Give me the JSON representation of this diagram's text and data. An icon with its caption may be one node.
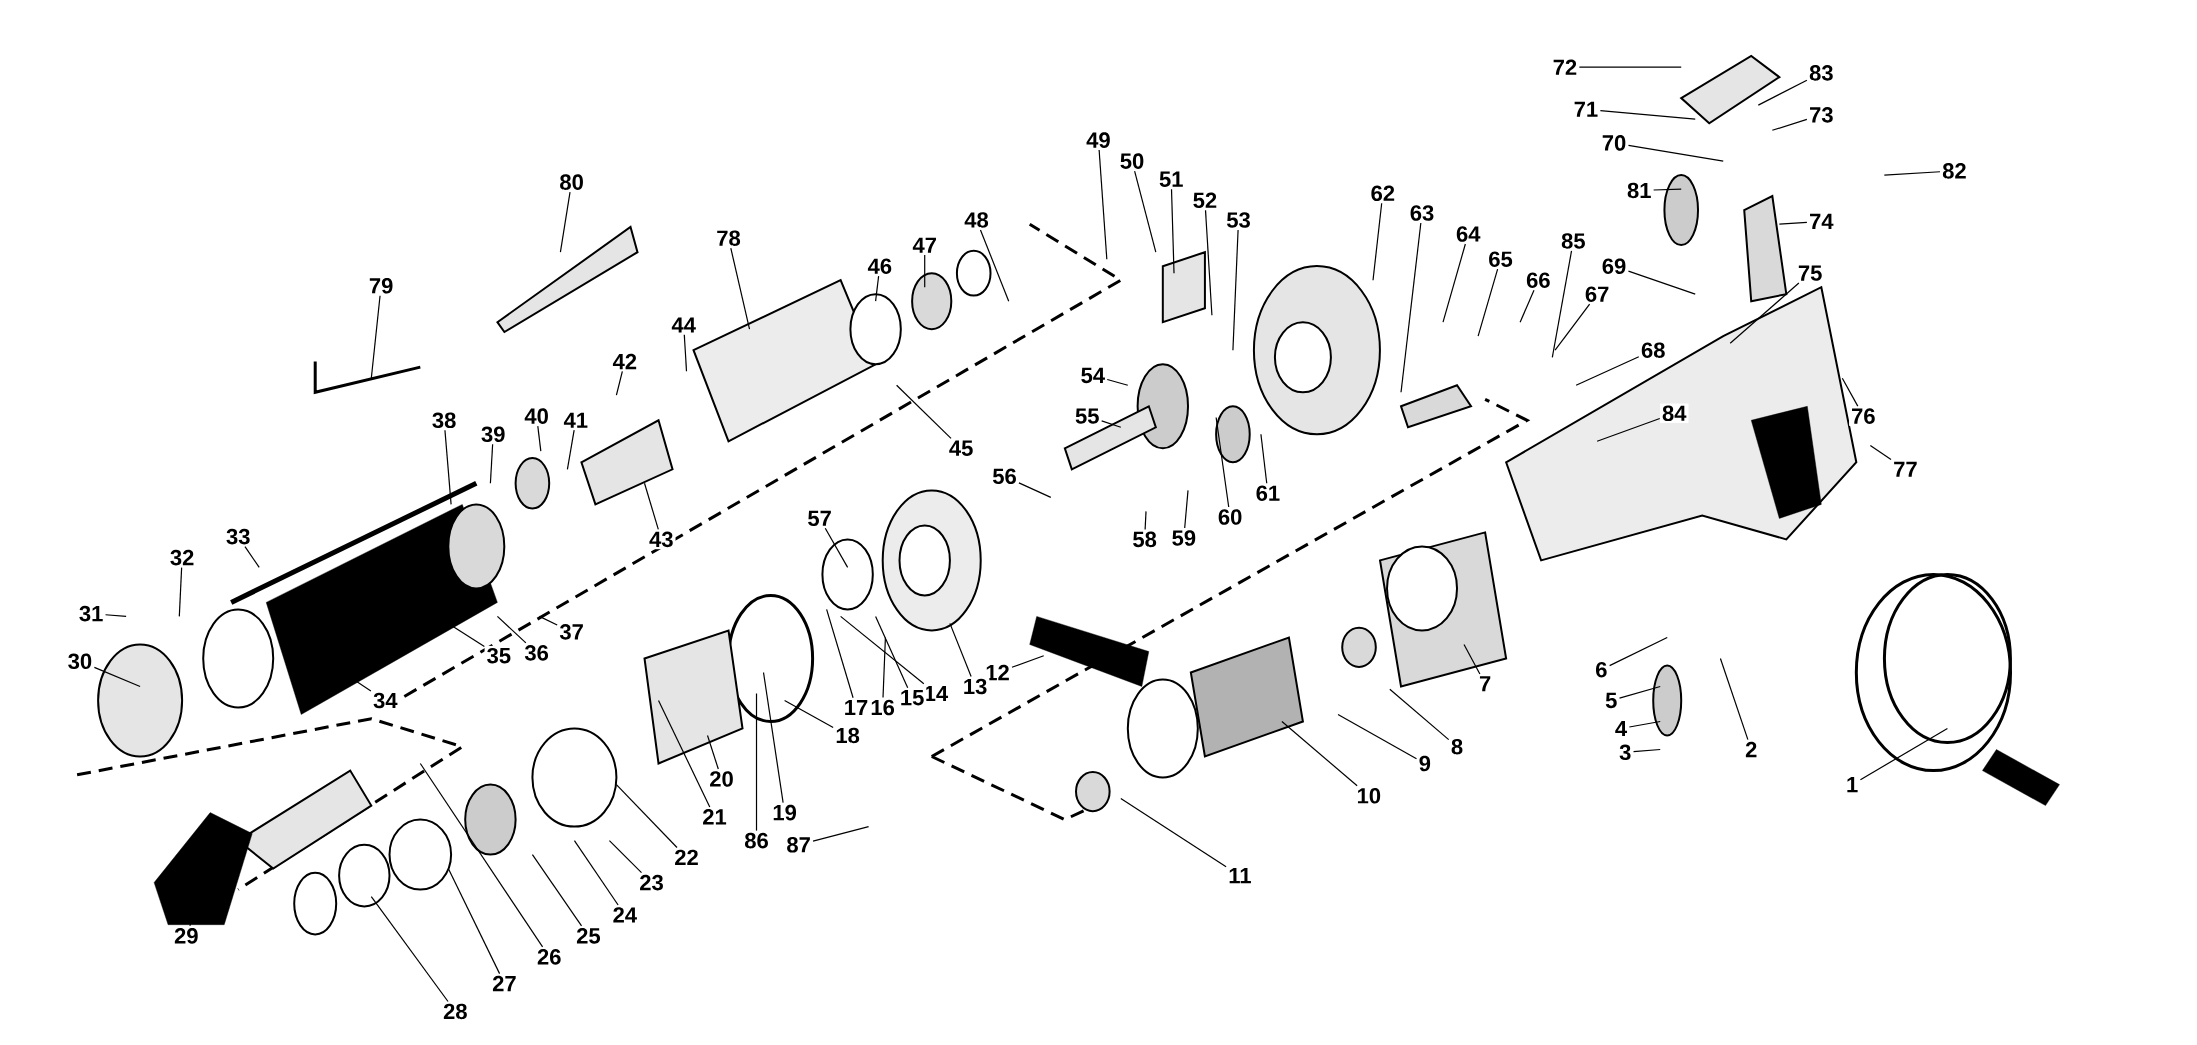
{
  "diagram": {
    "nodes": [
      {
        "text": [
          "1"
        ]
      },
      {
        "text": [
          "2"
        ]
      },
      {
        "text": [
          "3"
        ]
      },
      {
        "text": [
          "4"
        ]
      },
      {
        "text": [
          "5"
        ]
      },
      {
        "text": [
          "6"
        ]
      },
      {
        "text": [
          "7"
        ]
      },
      {
        "text": [
          "8"
        ]
      },
      {
        "text": [
          "9"
        ]
      },
      {
        "text": [
          "10"
        ]
      },
      {
        "text": [
          "11"
        ]
      },
      {
        "text": [
          "12"
        ]
      },
      {
        "text": [
          "13"
        ]
      },
      {
        "text": [
          "14"
        ]
      },
      {
        "text": [
          "15"
        ]
      },
      {
        "text": [
          "16"
        ]
      },
      {
        "text": [
          "17"
        ]
      },
      {
        "text": [
          "18"
        ]
      },
      {
        "text": [
          "19"
        ]
      },
      {
        "text": [
          "20"
        ]
      },
      {
        "text": [
          "21"
        ]
      },
      {
        "text": [
          "22"
        ]
      },
      {
        "text": [
          "23"
        ]
      },
      {
        "text": [
          "24"
        ]
      },
      {
        "text": [
          "25"
        ]
      },
      {
        "text": [
          "26"
        ]
      },
      {
        "text": [
          "27"
        ]
      },
      {
        "text": [
          "28"
        ]
      },
      {
        "text": [
          "29"
        ]
      },
      {
        "text": [
          "30"
        ]
      },
      {
        "text": [
          "31"
        ]
      },
      {
        "text": [
          "32"
        ]
      },
      {
        "text": [
          "33"
        ]
      },
      {
        "text": [
          "34"
        ]
      },
      {
        "text": [
          "35"
        ]
      },
      {
        "text": [
          "36"
        ]
      },
      {
        "text": [
          "37"
        ]
      },
      {
        "text": [
          "38"
        ]
      },
      {
        "text": [
          "39"
        ]
      },
      {
        "text": [
          "40"
        ]
      },
      {
        "text": [
          "41"
        ]
      },
      {
        "text": [
          "42"
        ]
      },
      {
        "text": [
          "43"
        ]
      },
      {
        "text": [
          "44"
        ]
      },
      {
        "text": [
          "45"
        ]
      },
      {
        "text": [
          "46"
        ]
      },
      {
        "text": [
          "47"
        ]
      },
      {
        "text": [
          "48"
        ]
      },
      {
        "text": [
          "49"
        ]
      },
      {
        "text": [
          "50"
        ]
      },
      {
        "text": [
          "51"
        ]
      },
      {
        "text": [
          "52"
        ]
      },
      {
        "text": [
          "53"
        ]
      },
      {
        "text": [
          "54"
        ]
      },
      {
        "text": [
          "55"
        ]
      },
      {
        "text": [
          "56"
        ]
      },
      {
        "text": [
          "57"
        ]
      },
      {
        "text": [
          "58"
        ]
      },
      {
        "text": [
          "59"
        ]
      },
      {
        "text": [
          "60"
        ]
      },
      {
        "text": [
          "61"
        ]
      },
      {
        "text": [
          "62"
        ]
      },
      {
        "text": [
          "63"
        ]
      },
      {
        "text": [
          "64"
        ]
      },
      {
        "text": [
          "65"
        ]
      },
      {
        "text": [
          "66"
        ]
      },
      {
        "text": [
          "67"
        ]
      },
      {
        "text": [
          "68"
        ]
      },
      {
        "text": [
          "69"
        ]
      },
      {
        "text": [
          "70"
        ]
      },
      {
        "text": [
          "71"
        ]
      },
      {
        "text": [
          "72"
        ]
      },
      {
        "text": [
          "73"
        ]
      },
      {
        "text": [
          "74"
        ]
      },
      {
        "text": [
          "75"
        ]
      },
      {
        "text": [
          "76"
        ]
      },
      {
        "text": [
          "77"
        ]
      },
      {
        "text": [
          "78"
        ]
      },
      {
        "text": [
          "79"
        ]
      },
      {
        "text": [
          "80"
        ]
      },
      {
        "text": [
          "81"
        ]
      },
      {
        "text": [
          "82"
        ]
      },
      {
        "text": [
          "83"
        ]
      },
      {
        "text": [
          "84"
        ]
      },
      {
        "text": [
          "85"
        ]
      },
      {
        "text": [
          "86"
        ]
      },
      {
        "text": [
          "87"
        ]
      }
    ],
    "edges": [
      {
        "from": 0,
        "to": null,
        "arrow": "none"
      },
      {
        "from": 1,
        "to": null,
        "arrow": "none"
      },
      {
        "from": 2,
        "to": null,
        "arrow": "none"
      },
      {
        "from": 3,
        "to": null,
        "arrow": "none"
      },
      {
        "from": 4,
        "to": null,
        "arrow": "none"
      },
      {
        "from": 5,
        "to": null,
        "arrow": "none"
      },
      {
        "from": 6,
        "to": null,
        "arrow": "none"
      },
      {
        "from": 7,
        "to": null,
        "arrow": "none"
      },
      {
        "from": 8,
        "to": null,
        "arrow": "none"
      },
      {
        "from": 9,
        "to": null,
        "arrow": "none"
      },
      {
        "from": 10,
        "to": null,
        "arrow": "none"
      },
      {
        "from": 11,
        "to": null,
        "arrow": "none"
      },
      {
        "from": 12,
        "to": null,
        "arrow": "none"
      },
      {
        "from": 13,
        "to": null,
        "arrow": "none"
      },
      {
        "from": 14,
        "to": null,
        "arrow": "none"
      },
      {
        "from": 15,
        "to": null,
        "arrow": "none"
      },
      {
        "from": 16,
        "to": null,
        "arrow": "none"
      },
      {
        "from": 17,
        "to": null,
        "arrow": "none"
      },
      {
        "from": 18,
        "to": null,
        "arrow": "none"
      },
      {
        "from": 19,
        "to": null,
        "arrow": "none"
      },
      {
        "from": 20,
        "to": null,
        "arrow": "none"
      },
      {
        "from": 21,
        "to": null,
        "arrow": "none"
      },
      {
        "from": 22,
        "to": null,
        "arrow": "none"
      },
      {
        "from": 23,
        "to": null,
        "arrow": "none"
      },
      {
        "from": 24,
        "to": null,
        "arrow": "none"
      },
      {
        "from": 25,
        "to": null,
        "arrow": "none"
      },
      {
        "from": 26,
        "to": null,
        "arrow": "none"
      },
      {
        "from": 27,
        "to": null,
        "arrow": "none"
      },
      {
        "from": 28,
        "to": null,
        "arrow": "none"
      },
      {
        "from": 29,
        "to": null,
        "arrow": "none"
      },
      {
        "from": 30,
        "to": null,
        "arrow": "none"
      },
      {
        "from": 31,
        "to": null,
        "arrow": "none"
      },
      {
        "from": 32,
        "to": null,
        "arrow": "none"
      },
      {
        "from": 33,
        "to": null,
        "arrow": "none"
      },
      {
        "from": 34,
        "to": null,
        "arrow": "none"
      },
      {
        "from": 35,
        "to": null,
        "arrow": "none"
      },
      {
        "from": 36,
        "to": null,
        "arrow": "none"
      },
      {
        "from": 37,
        "to": null,
        "arrow": "none"
      },
      {
        "from": 38,
        "to": null,
        "arrow": "none"
      },
      {
        "from": 39,
        "to": null,
        "arrow": "none"
      },
      {
        "from": 40,
        "to": null,
        "arrow": "none"
      },
      {
        "from": 41,
        "to": null,
        "arrow": "none"
      },
      {
        "from": 42,
        "to": null,
        "arrow": "none"
      },
      {
        "from": 43,
        "to": null,
        "arrow": "none"
      },
      {
        "from": 44,
        "to": null,
        "arrow": "none"
      },
      {
        "from": 45,
        "to": null,
        "arrow": "none"
      },
      {
        "from": 46,
        "to": null,
        "arrow": "none"
      },
      {
        "from": 47,
        "to": null,
        "arrow": "none"
      },
      {
        "from": 48,
        "to": null,
        "arrow": "none"
      },
      {
        "from": 49,
        "to": null,
        "arrow": "none"
      },
      {
        "from": 50,
        "to": null,
        "arrow": "none"
      },
      {
        "from": 51,
        "to": null,
        "arrow": "none"
      },
      {
        "from": 52,
        "to": null,
        "arrow": "none"
      },
      {
        "from": 53,
        "to": null,
        "arrow": "none"
      },
      {
        "from": 54,
        "to": null,
        "arrow": "none"
      },
      {
        "from": 55,
        "to": null,
        "arrow": "none"
      },
      {
        "from": 56,
        "to": null,
        "arrow": "none"
      },
      {
        "from": 57,
        "to": null,
        "arrow": "none"
      },
      {
        "from": 58,
        "to": null,
        "arrow": "none"
      },
      {
        "from": 59,
        "to": null,
        "arrow": "none"
      },
      {
        "from": 60,
        "to": null,
        "arrow": "none"
      },
      {
        "from": 61,
        "to": null,
        "arrow": "none"
      },
      {
        "from": 62,
        "to": null,
        "arrow": "none"
      },
      {
        "from": 63,
        "to": null,
        "arrow": "none"
      },
      {
        "from": 64,
        "to": null,
        "arrow": "none"
      },
      {
        "from": 65,
        "to": null,
        "arrow": "none"
      },
      {
        "from": 66,
        "to": null,
        "arrow": "none"
      },
      {
        "from": 67,
        "to": null,
        "arrow": "none"
      },
      {
        "from": 68,
        "to": null,
        "arrow": "none"
      },
      {
        "from": 69,
        "to": null,
        "arrow": "none"
      },
      {
        "from": 70,
        "to": null,
        "arrow": "none"
      },
      {
        "from": 71,
        "to": null,
        "arrow": "none"
      },
      {
        "from": 72,
        "to": null,
        "arrow": "none"
      },
      {
        "from": 73,
        "to": null,
        "arrow": "none"
      },
      {
        "from": 74,
        "to": null,
        "arrow": "none"
      },
      {
        "from": 75,
        "to": null,
        "arrow": "none"
      },
      {
        "from": 76,
        "to": null,
        "arrow": "none"
      },
      {
        "from": 77,
        "to": null,
        "arrow": "none"
      },
      {
        "from": 78,
        "to": null,
        "arrow": "none"
      },
      {
        "from": 79,
        "to": null,
        "arrow": "none"
      },
      {
        "from": 80,
        "to": null,
        "arrow": "none"
      },
      {
        "from": 81,
        "to": null,
        "arrow": "none"
      },
      {
        "from": 82,
        "to": null,
        "arrow": "none"
      },
      {
        "from": 83,
        "to": null,
        "arrow": "none"
      },
      {
        "from": 84,
        "to": null,
        "arrow": "none"
      },
      {
        "from": 85,
        "to": null,
        "arrow": "none"
      },
      {
        "from": 86,
        "to": null,
        "arrow": "none"
      }
    ]
  }
}
